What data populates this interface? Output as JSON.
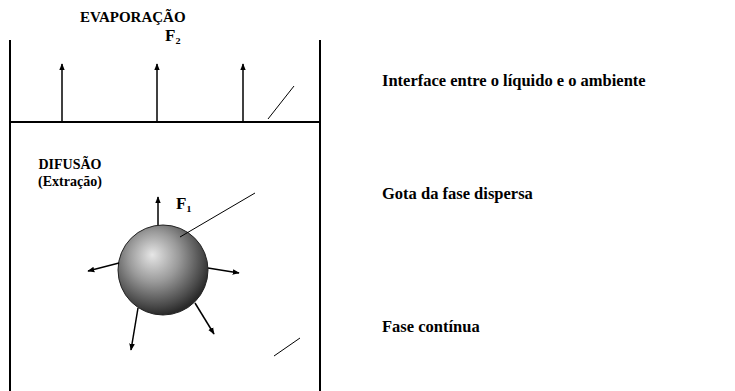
{
  "diagram": {
    "labels": [
      "EVAPORAÇÃO",
      "F₂",
      "Interface entre o líquido e o ambiente",
      "DIFUSÃO (Extração)",
      "F₁",
      "Gota da fase dispersa",
      "Fase contínua"
    ]
  }
}
